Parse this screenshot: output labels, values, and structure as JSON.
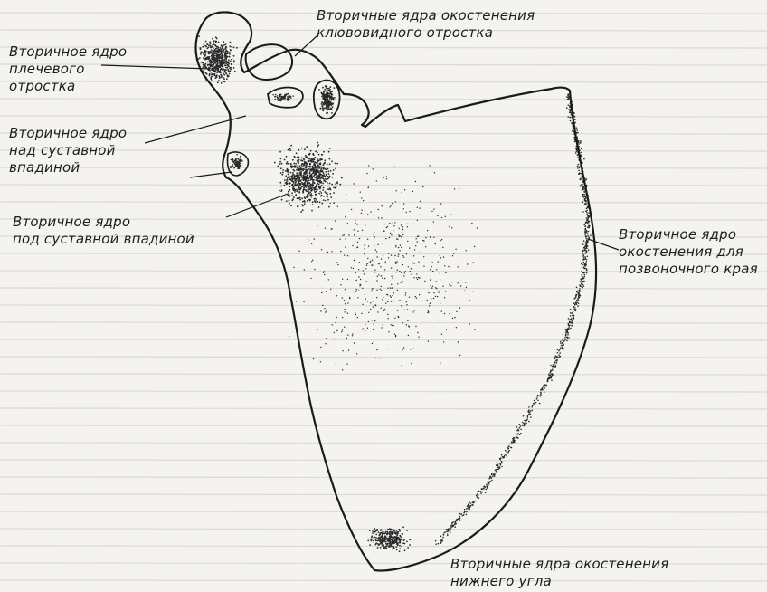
{
  "labels": {
    "coracoid": {
      "line1": "Вторичные ядра окостенения",
      "line2": "клювовидного отростка"
    },
    "humeral": {
      "line1": "Вторичное ядро",
      "line2": "плечевого",
      "line3": "отростка"
    },
    "supraglenoid": {
      "line1": "Вторичное ядро",
      "line2": "над суставной",
      "line3": "впадиной"
    },
    "infraglenoid": {
      "line1": "Вторичное ядро",
      "line2": "под суставной впадиной"
    },
    "vertebral": {
      "line1": "Вторичное ядро",
      "line2": "окостенения для",
      "line3": "позвоночного края"
    },
    "inferior": {
      "line1": "Вторичные ядра окостенения",
      "line2": "нижнего угла"
    }
  }
}
